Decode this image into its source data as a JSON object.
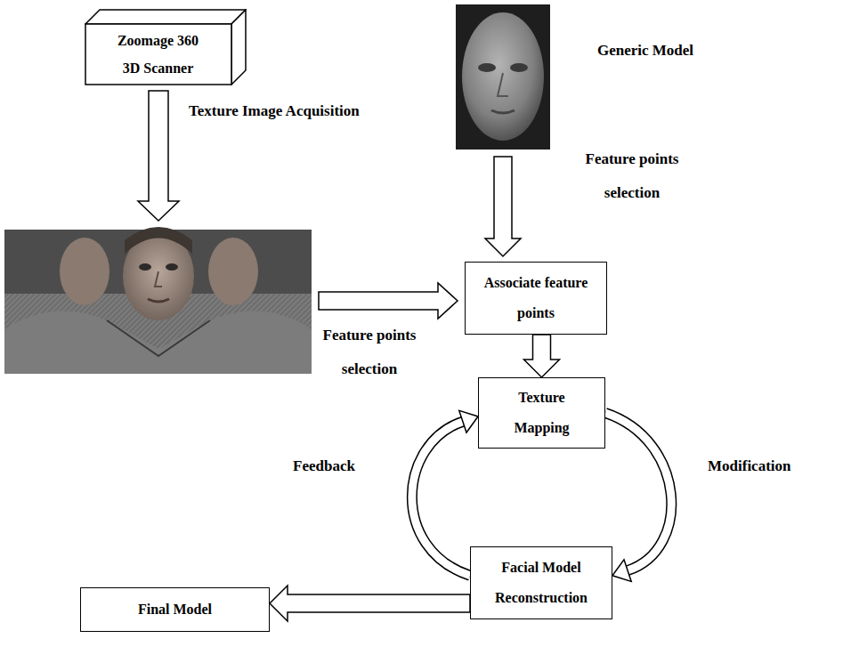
{
  "diagram": {
    "nodes": [
      {
        "text": [
          "Zoomage 360 3D Scanner"
        ]
      },
      {
        "text": [
          "Associate feature points"
        ]
      },
      {
        "text": [
          "Texture Mapping"
        ]
      },
      {
        "text": [
          "Facial Model Reconstruction"
        ]
      },
      {
        "text": [
          "Final Model"
        ]
      }
    ],
    "edges": [
      {
        "from": 1,
        "to": 2,
        "arrow": "to"
      },
      {
        "from": 2,
        "to": 3,
        "label": "Modification",
        "arrow": "to"
      },
      {
        "from": 3,
        "to": 2,
        "label": "Feedback",
        "arrow": "to"
      },
      {
        "from": 3,
        "to": 4,
        "arrow": "to"
      }
    ],
    "labels": [
      "Generic Model",
      "Feature points selection",
      "Texture Image Acquisition",
      "Feature points selection"
    ]
  }
}
